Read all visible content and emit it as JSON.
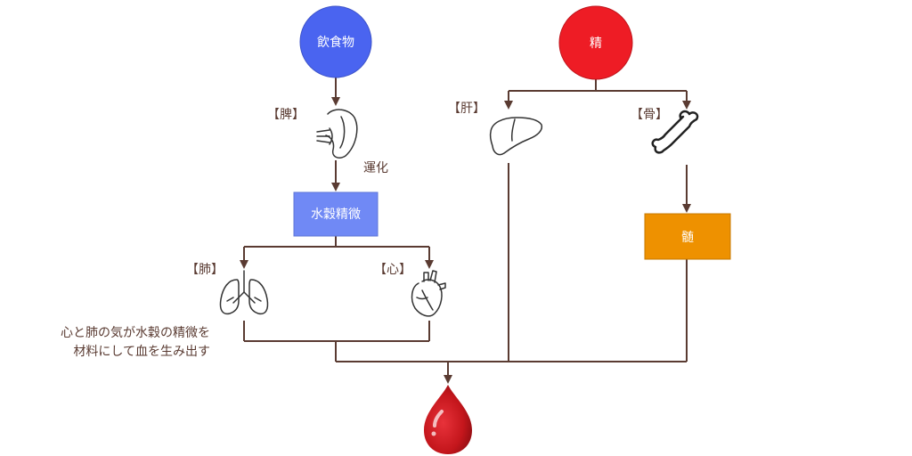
{
  "nodes": {
    "food": "飲食物",
    "essence": "精",
    "grain_essence": "水穀精微",
    "marrow": "髄"
  },
  "organs": {
    "spleen": "【脾】",
    "liver": "【肝】",
    "bone": "【骨】",
    "lung": "【肺】",
    "heart": "【心】"
  },
  "edge_labels": {
    "transport": "運化"
  },
  "notes": {
    "line1": "心と肺の気が水穀の精微を",
    "line2": "材料にして血を生み出す"
  },
  "colors": {
    "food": "#4a64f0",
    "essence": "#ee1c25",
    "grain_essence": "#7089f5",
    "marrow": "#ee9100",
    "line": "#5a3b32",
    "blood": "#c4161c"
  },
  "icons": [
    "spleen-icon",
    "liver-icon",
    "bone-icon",
    "lungs-icon",
    "heart-icon",
    "blood-drop-icon"
  ]
}
